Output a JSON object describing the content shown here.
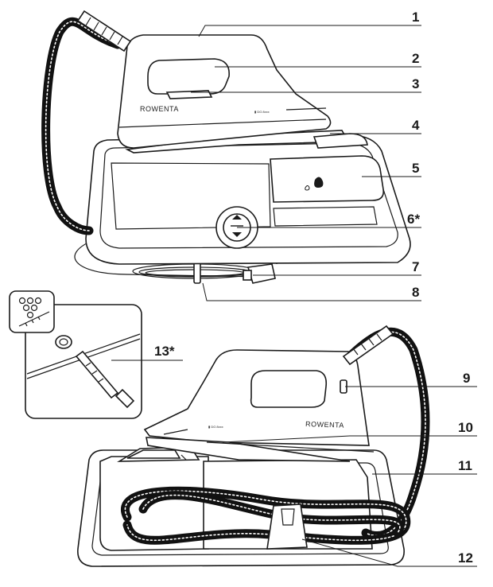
{
  "brand": "Rowenta",
  "callouts": [
    {
      "id": "c1",
      "label": "1"
    },
    {
      "id": "c2",
      "label": "2"
    },
    {
      "id": "c3",
      "label": "3"
    },
    {
      "id": "c4",
      "label": "4"
    },
    {
      "id": "c5",
      "label": "5"
    },
    {
      "id": "c6",
      "label": "6*"
    },
    {
      "id": "c7",
      "label": "7"
    },
    {
      "id": "c8",
      "label": "8"
    },
    {
      "id": "c9",
      "label": "9"
    },
    {
      "id": "c10",
      "label": "10"
    },
    {
      "id": "c11",
      "label": "11"
    },
    {
      "id": "c12",
      "label": "12"
    },
    {
      "id": "c13",
      "label": "13*"
    }
  ],
  "icons": [
    "water-drop-icon",
    "steam-button-icon",
    "filter-dots-icon"
  ],
  "colors": {
    "line": "#1a1a1a",
    "background": "#ffffff"
  }
}
